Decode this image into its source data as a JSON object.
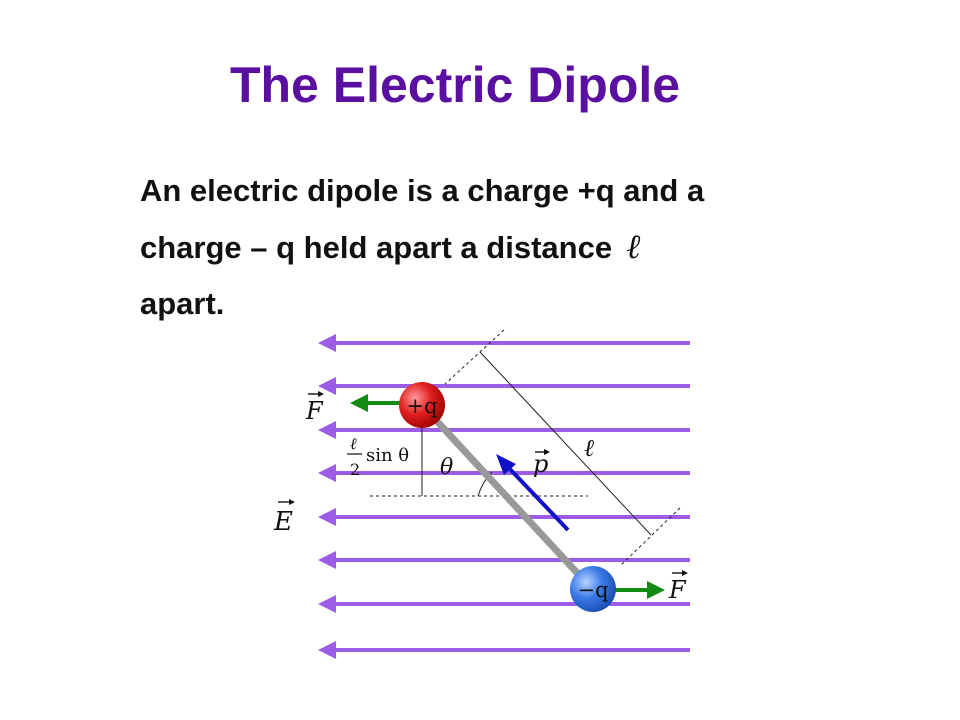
{
  "slide": {
    "title": "The Electric Dipole",
    "body_line1": "An electric dipole is a charge +q and a",
    "body_line2": "charge – q held apart a distance",
    "body_line3": "apart.",
    "symbol_ell": "ℓ"
  },
  "diagram": {
    "positive_charge": "+q",
    "negative_charge": "−q",
    "force_label": "F",
    "field_label": "E",
    "dipole_moment_label": "p",
    "angle_label": "θ",
    "length_label": "ℓ",
    "half_length_num": "ℓ",
    "half_length_den": "2",
    "sin_theta": "sin θ",
    "colors": {
      "field_lines": "#9b5de5",
      "force_arrows": "#138a13",
      "dipole_arrow": "#1010c8",
      "positive": "#e02020",
      "negative": "#3a7ae8",
      "rod": "#999999",
      "title": "#5b0fa0"
    }
  }
}
